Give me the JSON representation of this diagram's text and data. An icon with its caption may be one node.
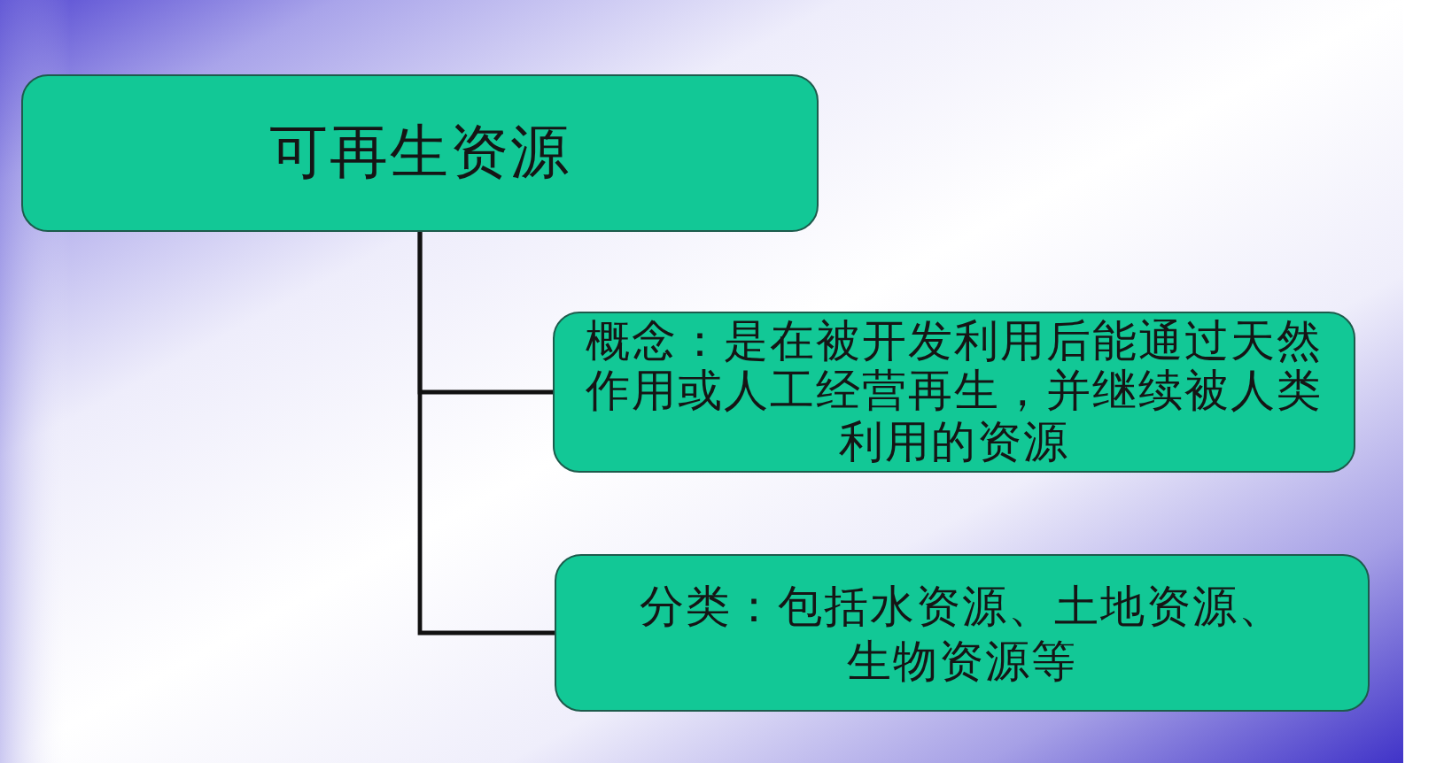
{
  "diagram": {
    "nodes": [
      {
        "text": [
          "可再生资源"
        ]
      },
      {
        "text": [
          "概念：是在被开发利用后能通过天然作用或人工经营再生，并继续被人类利用的资源"
        ]
      },
      {
        "text": [
          "分类：包括水资源、土地资源、生物资源等"
        ]
      }
    ],
    "edges": [
      {
        "from": 0,
        "to": 1,
        "arrow": "none"
      },
      {
        "from": 0,
        "to": 2,
        "arrow": "none"
      }
    ]
  }
}
